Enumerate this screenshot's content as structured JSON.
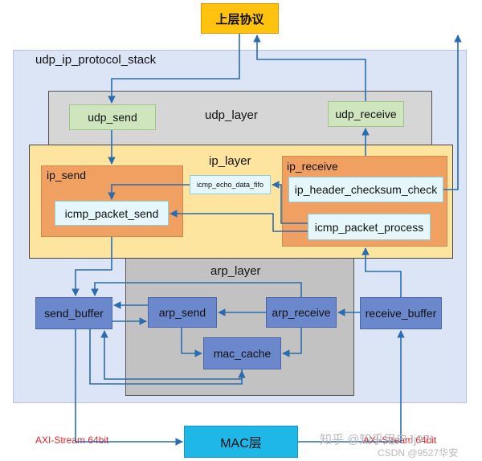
{
  "top_box": "上层协议",
  "stack_label": "udp_ip_protocol_stack",
  "udp_layer": {
    "title": "udp_layer",
    "send": "udp_send",
    "receive": "udp_receive"
  },
  "ip_layer": {
    "title": "ip_layer",
    "ip_send": {
      "title": "ip_send",
      "icmp_packet_send": "icmp_packet_send"
    },
    "fifo": "icmp_echo_data_fifo",
    "ip_receive": {
      "title": "ip_receive",
      "checksum": "ip_header_checksum_check",
      "icmp_packet_process": "icmp_packet_process"
    }
  },
  "arp_layer": {
    "title": "arp_layer",
    "send": "arp_send",
    "receive": "arp_receive",
    "cache": "mac_cache"
  },
  "send_buffer": "send_buffer",
  "receive_buffer": "receive_buffer",
  "mac_box": "MAC层",
  "axi_tx": "AXI-Stream 64bit",
  "axi_rx": "AXI-Stream 64bit",
  "watermark_main": "知乎 @知乎用户Jj97I",
  "watermark_csdn": "CSDN @9527华安",
  "colors": {
    "accent_arrow": "#2b6cb0",
    "top_box": "#ffc20e",
    "mac_box": "#1fb6e8",
    "stack_bg": "#dbe5f6",
    "udp_layer_bg": "#d6d6d6",
    "ip_layer_bg": "#fde5a0",
    "ip_sub_bg": "#f0a060",
    "light_cyan_box": "#e6f7fb",
    "green_box": "#cfe5bd",
    "blue_box": "#6b88cc",
    "axi_text": "#e0242a"
  }
}
